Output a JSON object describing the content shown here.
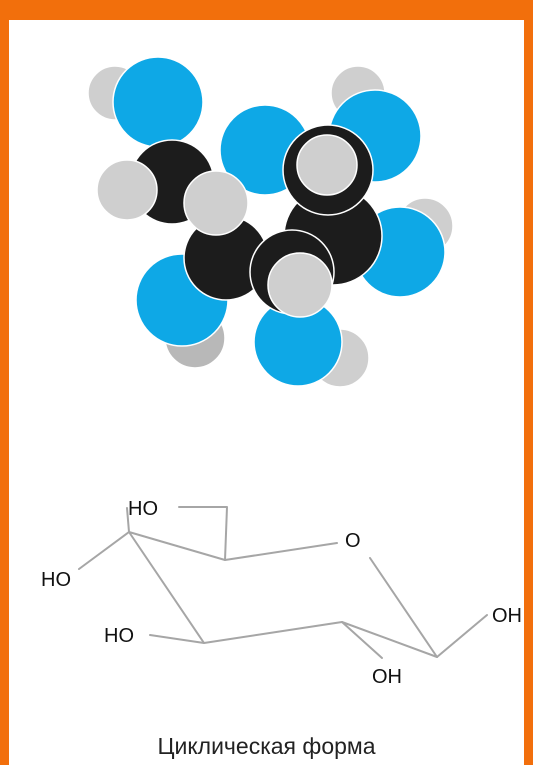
{
  "figure": {
    "structure_labels": {
      "ho_top": "HO",
      "ho_left": "HO",
      "ho_middle": "HO",
      "ring_oxygen": "O",
      "oh_right": "OH",
      "oh_bottom": "OH"
    },
    "caption": "Циклическая форма"
  },
  "colors": {
    "frame": "#f26f0c",
    "oxygen": "#0ea8e6",
    "carbon": "#1c1c1c",
    "hydrogen": "#cfcfcf",
    "bond_line": "#a6a6a6"
  }
}
